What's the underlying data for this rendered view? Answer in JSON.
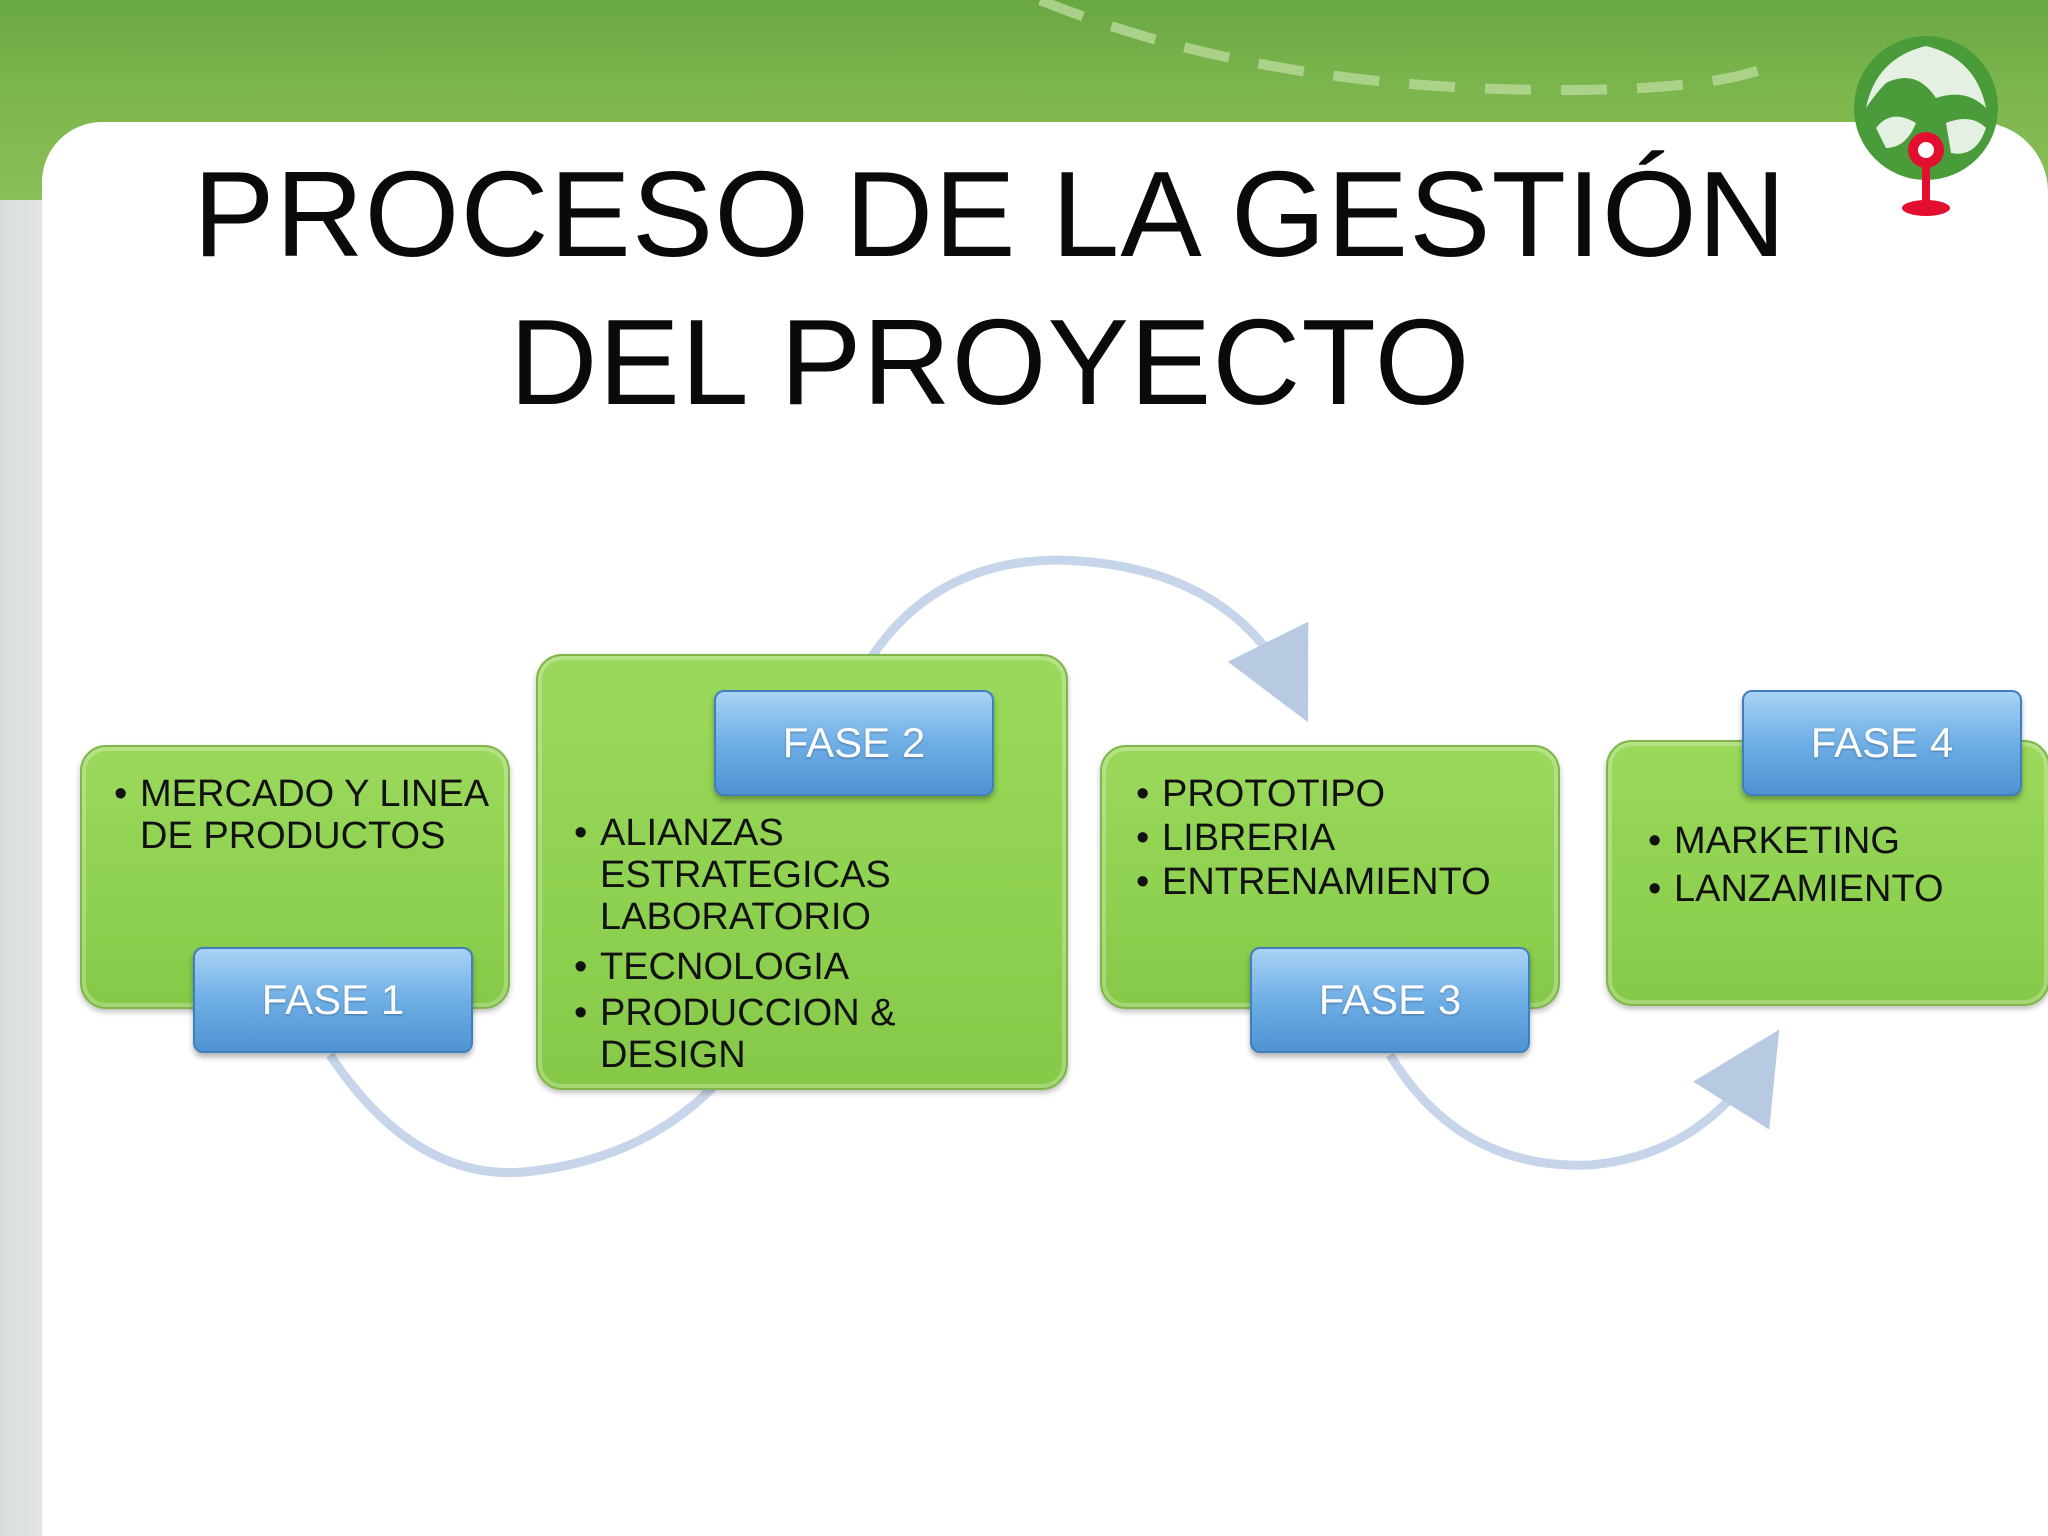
{
  "slide": {
    "title_line1": "PROCESO DE LA GESTIÓN",
    "title_line2": "DEL PROYECTO"
  },
  "colors": {
    "header_green": "#7fb84f",
    "box_green": "#8fd150",
    "fase_blue": "#6eaee6",
    "arrow": "#c7d5ea",
    "logo_red": "#e2102e"
  },
  "icons": {
    "logo": "tree-logo-icon"
  },
  "phases": [
    {
      "label": "FASE 1",
      "items": [
        "MERCADO Y LINEA DE PRODUCTOS"
      ]
    },
    {
      "label": "FASE 2",
      "items": [
        "ALIANZAS ESTRATEGICAS LABORATORIO",
        "TECNOLOGIA",
        "PRODUCCION & DESIGN"
      ]
    },
    {
      "label": "FASE 3",
      "items": [
        "PROTOTIPO",
        "LIBRERIA",
        "ENTRENAMIENTO"
      ]
    },
    {
      "label": "FASE 4",
      "items": [
        "MARKETING",
        "LANZAMIENTO"
      ]
    }
  ]
}
